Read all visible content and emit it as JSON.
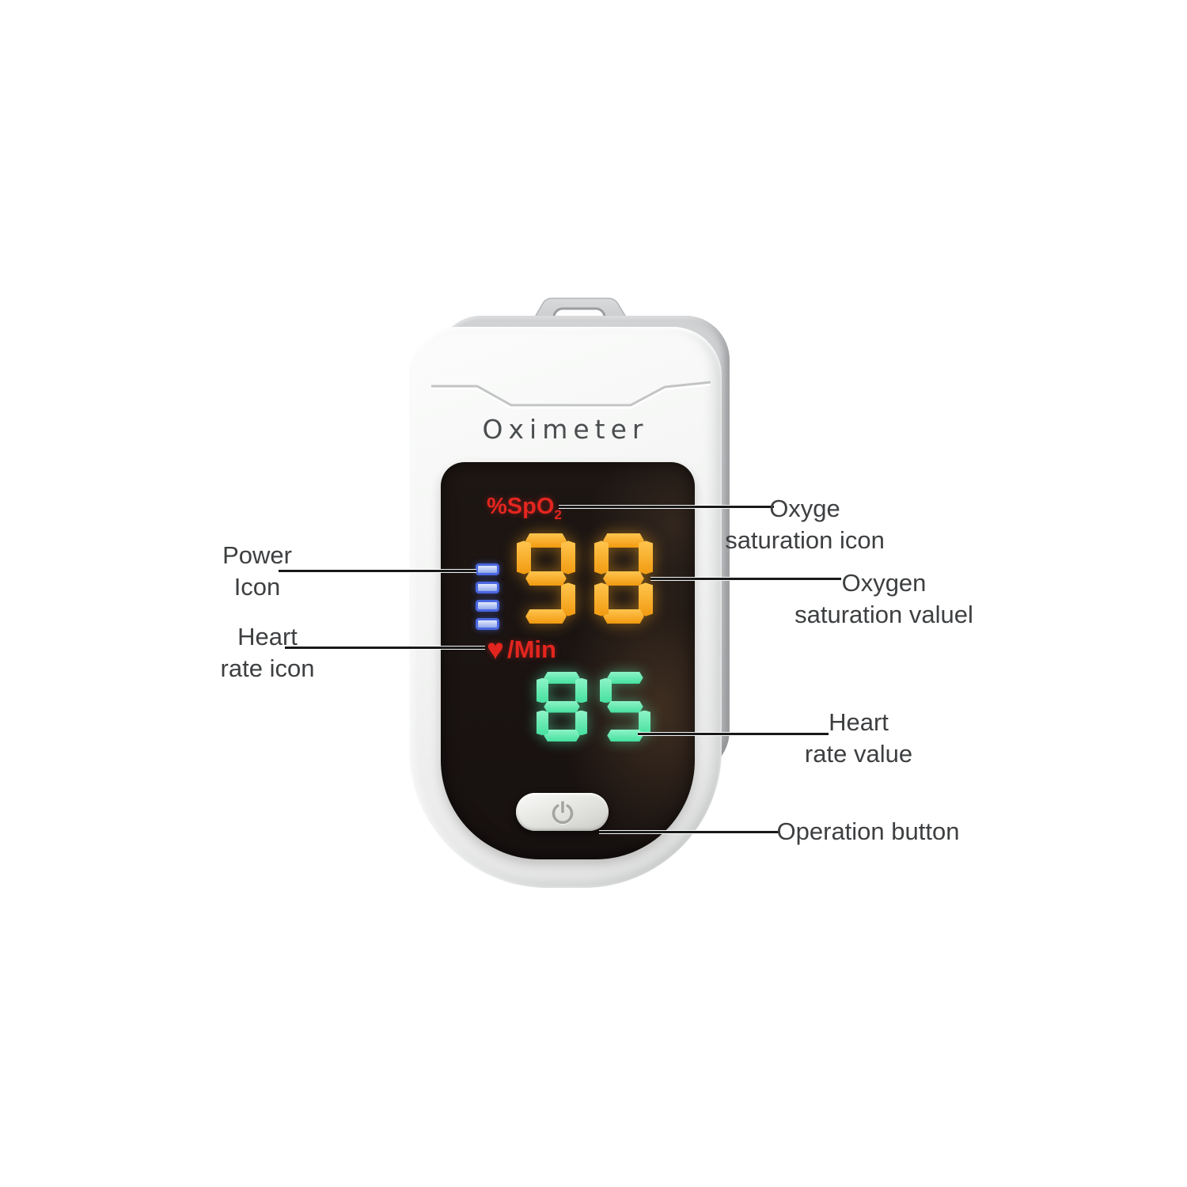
{
  "device": {
    "brand": "Oximeter",
    "display": {
      "spo2_unit_label": "%SpO",
      "spo2_unit_sub": "2",
      "spo2_value": "98",
      "heart_glyph": "♥",
      "pulse_unit_label": "/Min",
      "pulse_value": "85",
      "battery_bars": 4,
      "colors": {
        "spo2_label": "#e4251f",
        "spo2_value": "#f5a31c",
        "pulse_label": "#e4251f",
        "pulse_value": "#5ce9ab",
        "power_bars": "#4a67e0"
      }
    }
  },
  "annotations": {
    "power_icon": {
      "line1": "Power",
      "line2": "Icon"
    },
    "heart_rate_icon": {
      "line1": "Heart",
      "line2": "rate icon"
    },
    "oxygen_saturation_icon": {
      "line1": "Oxyge",
      "line2": "saturation icon"
    },
    "oxygen_saturation_value": {
      "line1": "Oxygen",
      "line2": "saturation valuel"
    },
    "heart_rate_value": {
      "line1": "Heart",
      "line2": "rate value"
    },
    "operation_button": {
      "line1": "Operation button"
    }
  }
}
